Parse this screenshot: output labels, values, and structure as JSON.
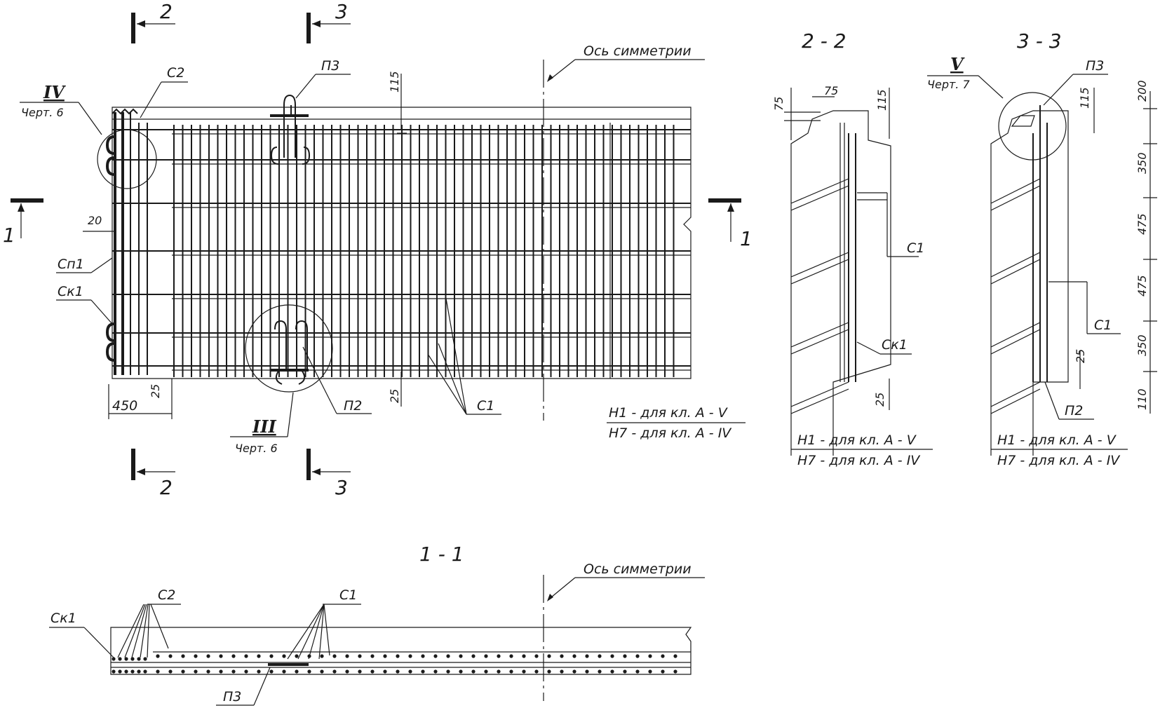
{
  "plan": {
    "axis_label": "Ось симметрии",
    "cut_2": "2",
    "cut_3": "3",
    "cut_1": "1",
    "callout_IV": "IV",
    "callout_IV_sheet": "Черт. 6",
    "callout_III": "III",
    "callout_III_sheet": "Черт. 6",
    "label_C2": "С2",
    "label_P3": "П3",
    "label_P2": "П2",
    "label_C1": "С1",
    "label_Cp1": "Сп1",
    "label_Ck1": "Ск1",
    "dim_115": "115",
    "dim_20": "20",
    "dim_450": "450",
    "dim_25_left": "25",
    "dim_25_mid": "25",
    "note_line1": "Н1 - для кл. А - V",
    "note_line2": "Н7 - для кл. А - IV"
  },
  "section_2_2": {
    "title": "2 - 2",
    "dim_75_a": "75",
    "dim_75_b": "75",
    "dim_115": "115",
    "dim_25": "25",
    "label_C1": "С1",
    "label_Ck1": "Ск1",
    "note_line1": "Н1 - для кл. А - V",
    "note_line2": "Н7 - для кл. А - IV"
  },
  "section_3_3": {
    "title": "3 - 3",
    "callout_V": "V",
    "callout_V_sheet": "Черт. 7",
    "label_P3": "П3",
    "label_C1": "С1",
    "label_P2": "П2",
    "dim_115": "115",
    "dim_25": "25",
    "dims_right": [
      "200",
      "350",
      "475",
      "475",
      "350",
      "110"
    ],
    "note_line1": "Н1 - для кл. А - V",
    "note_line2": "Н7 - для кл. А - IV"
  },
  "section_1_1": {
    "title": "1 - 1",
    "axis_label": "Ось симметрии",
    "label_Ck1": "Ск1",
    "label_C2": "С2",
    "label_C1": "С1",
    "label_P3": "П3"
  }
}
